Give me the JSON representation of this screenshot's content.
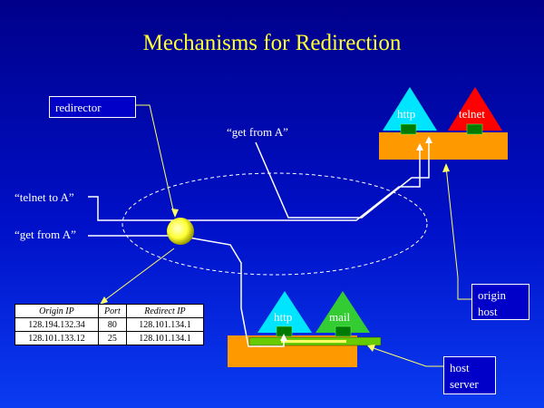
{
  "title": "Mechanisms for Redirection",
  "labels": {
    "redirector": "redirector",
    "get_from_a_top": "“get from A”",
    "telnet_to_a": "“telnet to A”",
    "get_from_a_left": "“get from A”",
    "origin_host": "origin host",
    "host_server": "host server"
  },
  "origin_host_services": [
    "http",
    "telnet"
  ],
  "host_server_services": [
    "http",
    "mail"
  ],
  "redirect_table": {
    "headers": [
      "Origin IP",
      "Port",
      "Redirect IP"
    ],
    "rows": [
      [
        "128.194.132.34",
        "80",
        "128.101.134.1"
      ],
      [
        "128.101.133.12",
        "25",
        "128.101.134.1"
      ]
    ]
  },
  "colors": {
    "title": "#ffff33",
    "host_body": "#ff9900",
    "http_triangle": "#00e5ff",
    "telnet_triangle": "#ff0000",
    "mail_triangle": "#33cc33",
    "port_block": "#007a00",
    "router": "#ffff33"
  }
}
